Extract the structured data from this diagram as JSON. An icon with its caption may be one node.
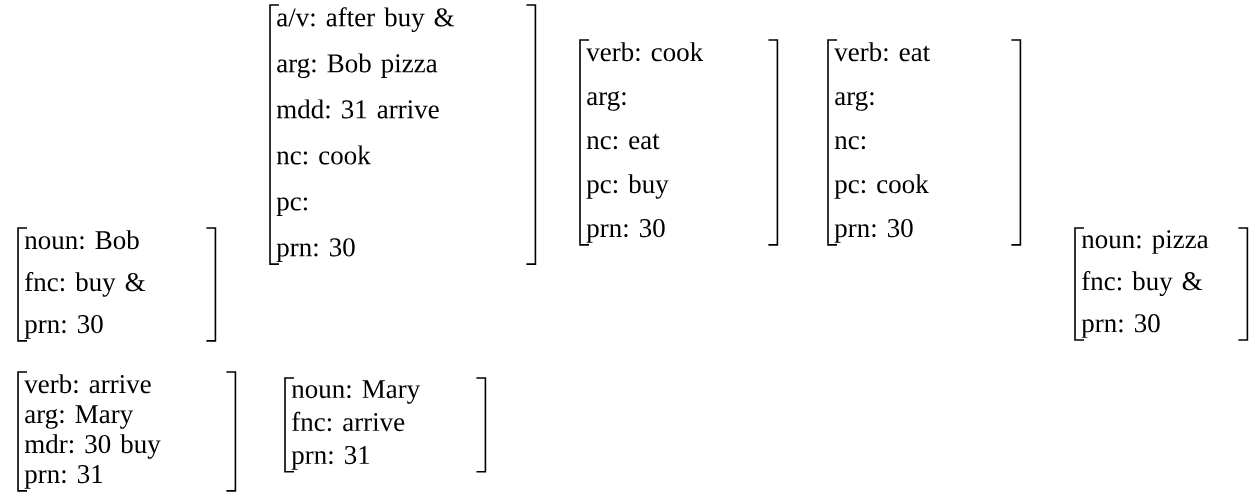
{
  "diagram": {
    "nodes": [
      {
        "text": [
          "noun: Bob",
          "fnc: buy &",
          "prn: 30"
        ]
      },
      {
        "text": [
          "a/v: after buy &",
          "arg: Bob pizza",
          "mdd: 31 arrive",
          "nc: cook",
          "pc:",
          "prn: 30"
        ]
      },
      {
        "text": [
          "verb: cook",
          "arg:",
          "nc: eat",
          "pc: buy",
          "prn: 30"
        ]
      },
      {
        "text": [
          "verb: eat",
          "arg:",
          "nc:",
          "pc: cook",
          "prn: 30"
        ]
      },
      {
        "text": [
          "noun: pizza",
          "fnc: buy &",
          "prn: 30"
        ]
      },
      {
        "text": [
          "verb: arrive",
          "arg: Mary",
          "mdr: 30 buy",
          "prn: 31"
        ]
      },
      {
        "text": [
          "noun: Mary",
          "fnc: arrive",
          "prn: 31"
        ]
      }
    ]
  }
}
